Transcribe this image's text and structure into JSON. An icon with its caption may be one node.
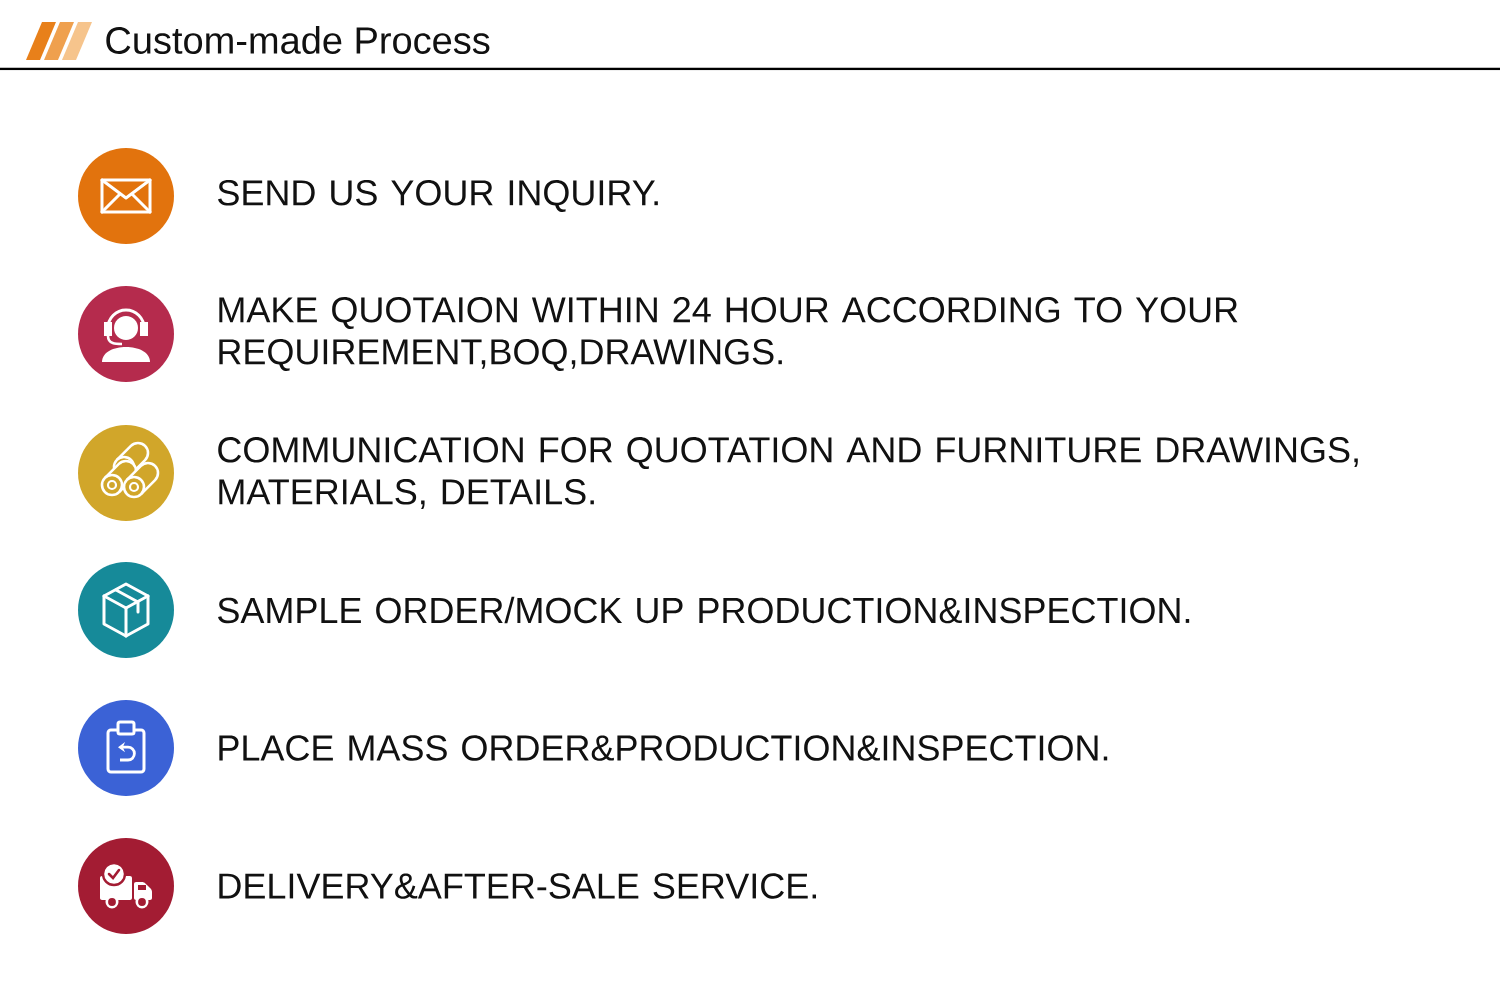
{
  "diagram": {
    "title": "Custom-made Process",
    "labels": [
      "SEND US YOUR INQUIRY.",
      "MAKE QUOTAION WITHIN 24 HOUR ACCORDING TO YOUR REQUIREMENT,BOQ,DRAWINGS.",
      "COMMUNICATION FOR QUOTATION AND FURNITURE DRAWINGS, MATERIALS, DETAILS.",
      "SAMPLE ORDER/MOCK UP PRODUCTION&INSPECTION.",
      "PLACE MASS ORDER&PRODUCTION&INSPECTION.",
      "DELIVERY&AFTER-SALE SERVICE."
    ]
  }
}
